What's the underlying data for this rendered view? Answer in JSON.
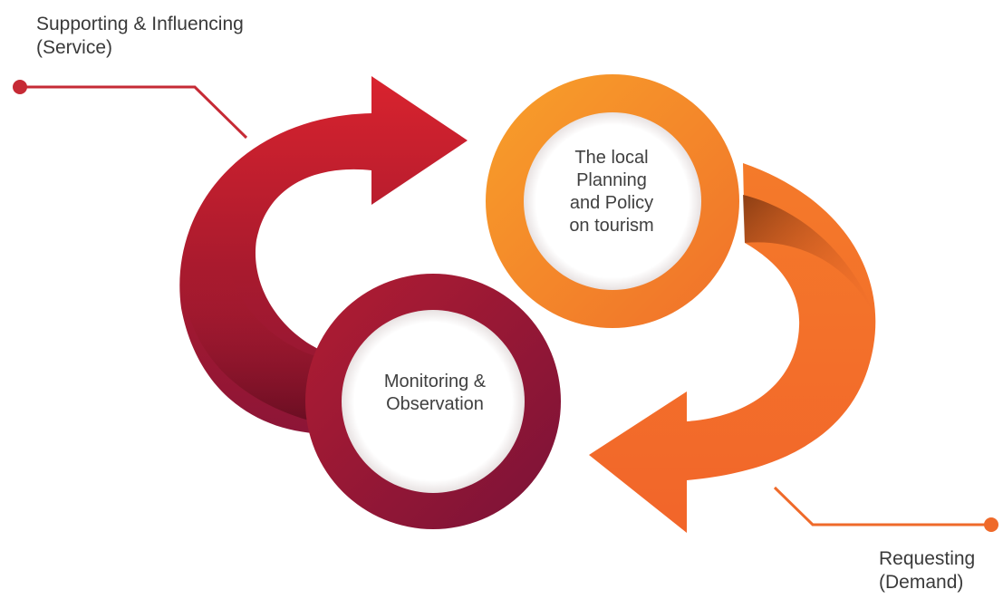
{
  "labels": {
    "service": {
      "line1": "Supporting & Influencing",
      "line2": "(Service)"
    },
    "demand": {
      "line1": "Requesting",
      "line2": "(Demand)"
    }
  },
  "circles": {
    "planning": {
      "line1": "The local",
      "line2": "Planning",
      "line3": "and Policy",
      "line4": "on tourism"
    },
    "monitoring": {
      "line1": "Monitoring &",
      "line2": "Observation"
    }
  },
  "colors": {
    "red_accent": "#c8202d",
    "crimson": "#8c1537",
    "orange": "#f47a2a",
    "orange_light": "#f79a2b",
    "connector_red": "#c62a35",
    "connector_orange": "#ef6a2a"
  }
}
